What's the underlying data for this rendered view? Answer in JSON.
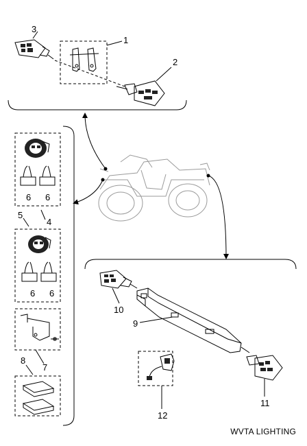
{
  "callouts": {
    "c1": "1",
    "c2": "2",
    "c3": "3",
    "c4": "4",
    "c5": "5",
    "c6a": "6",
    "c6b": "6",
    "c6c": "6",
    "c6d": "6",
    "c7": "7",
    "c8": "8",
    "c9": "9",
    "c10": "10",
    "c11": "11",
    "c12": "12"
  },
  "footer": {
    "label": "WVTA LIGHTING"
  }
}
